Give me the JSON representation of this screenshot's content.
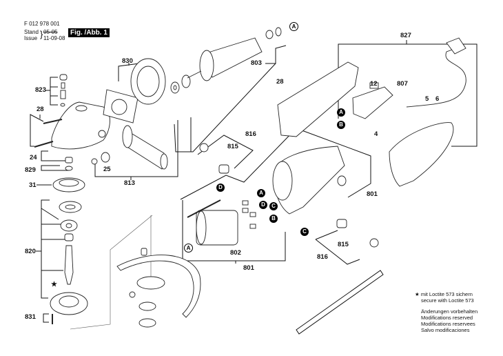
{
  "header": {
    "part_number": "F 012 978 001",
    "stand_label": "Stand",
    "issue_label": "Issue",
    "stand_date": "05-05",
    "issue_date": "11-09-08",
    "figure_tag": "Fig. /Abb. 1"
  },
  "part_labels": {
    "p830": "830",
    "p803": "803",
    "p827": "827",
    "p823": "823",
    "p28a": "28",
    "p28b": "28",
    "p12": "12",
    "p807": "807",
    "p5": "5",
    "p6": "6",
    "p4": "4",
    "p24": "24",
    "p25": "25",
    "p829": "829",
    "p813": "813",
    "p816a": "816",
    "p815a": "815",
    "p31": "31",
    "p801a": "801",
    "p820": "820",
    "p802": "802",
    "p801b": "801",
    "p815b": "815",
    "p816b": "816",
    "p831": "831"
  },
  "connector_badges": {
    "a_top": "A",
    "a_switch": "A",
    "b_switch": "B",
    "d_left": "D",
    "a_mid": "A",
    "d_mid": "D",
    "c_mid": "C",
    "b_mid": "B",
    "c_right": "C",
    "a_stator": "A"
  },
  "notes": {
    "star_symbol": "★",
    "loctite_de": "mit Loctite 573 sichern",
    "loctite_en": "secure with Loctite 573",
    "mod_de": "Änderungen vorbehalten",
    "mod_en": "Modifications reserved",
    "mod_fr": "Modifications reservees",
    "mod_es": "Salvo modificaciones"
  },
  "star_marker": "★"
}
